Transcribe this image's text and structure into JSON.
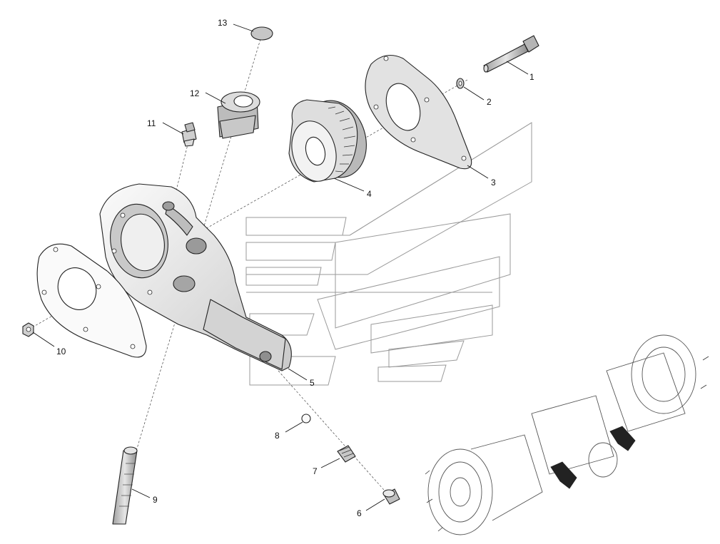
{
  "callouts": [
    {
      "number": "1",
      "part": "bolt"
    },
    {
      "number": "2",
      "part": "washer"
    },
    {
      "number": "3",
      "part": "cover-plate"
    },
    {
      "number": "4",
      "part": "worm-gear"
    },
    {
      "number": "5",
      "part": "slack-adjuster-housing"
    },
    {
      "number": "6",
      "part": "plug"
    },
    {
      "number": "7",
      "part": "spring"
    },
    {
      "number": "8",
      "part": "ball"
    },
    {
      "number": "9",
      "part": "worm-shaft"
    },
    {
      "number": "10",
      "part": "nut"
    },
    {
      "number": "11",
      "part": "grease-nipple"
    },
    {
      "number": "12",
      "part": "bushing"
    },
    {
      "number": "13",
      "part": "cap"
    }
  ],
  "colors": {
    "line": "#222222",
    "fill_light": "#f4f4f4",
    "fill_mid": "#d9d9d9",
    "fill_dark": "#a9a9a9",
    "watermark": "#9a9a9a"
  },
  "inset": {
    "description_icon": "axle-assembly-inset"
  }
}
